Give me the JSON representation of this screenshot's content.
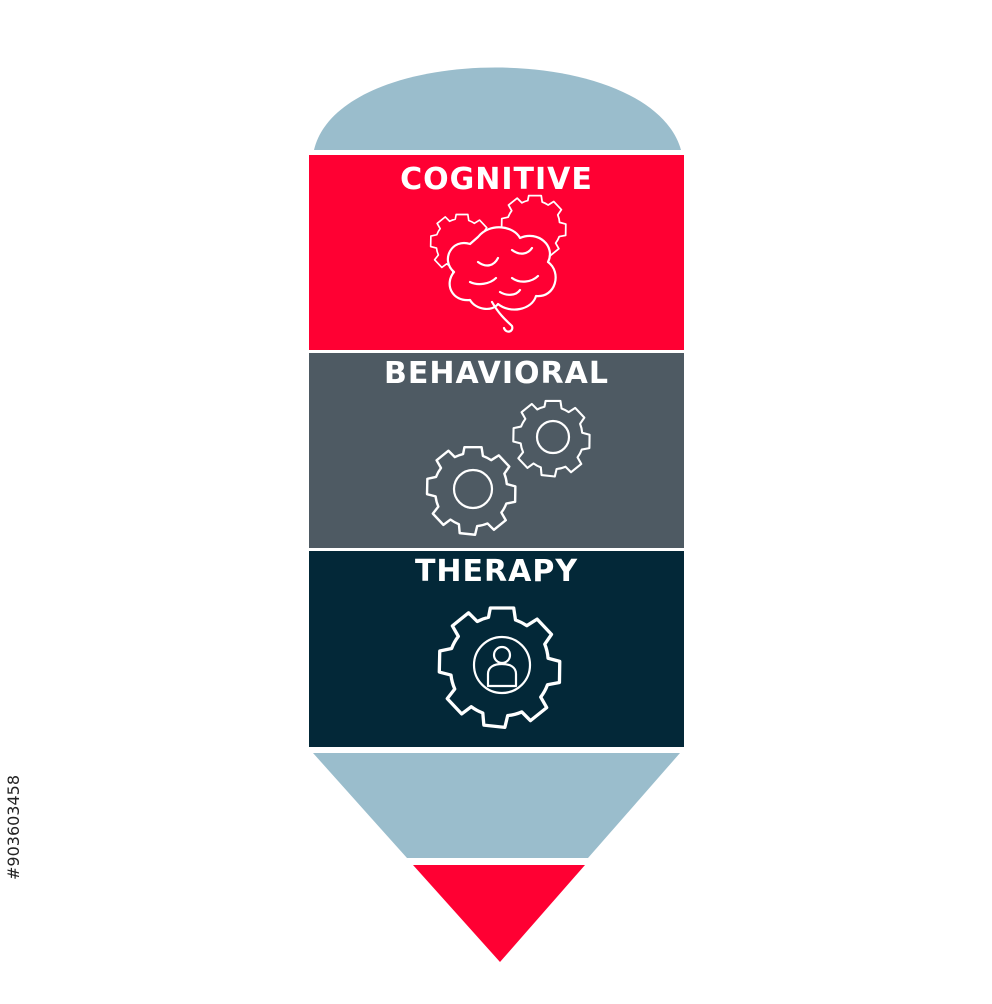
{
  "infographic": {
    "sections": [
      {
        "label": "COGNITIVE",
        "color": "#ff0033",
        "icon": "brain-with-gears-icon"
      },
      {
        "label": "BEHAVIORAL",
        "color": "#4e5a63",
        "icon": "two-gears-icon"
      },
      {
        "label": "THERAPY",
        "color": "#032838",
        "icon": "gear-with-person-icon"
      }
    ],
    "cap_color": "#9abdcc",
    "tip_color": "#ff0033"
  },
  "stock_id": "#903603458"
}
